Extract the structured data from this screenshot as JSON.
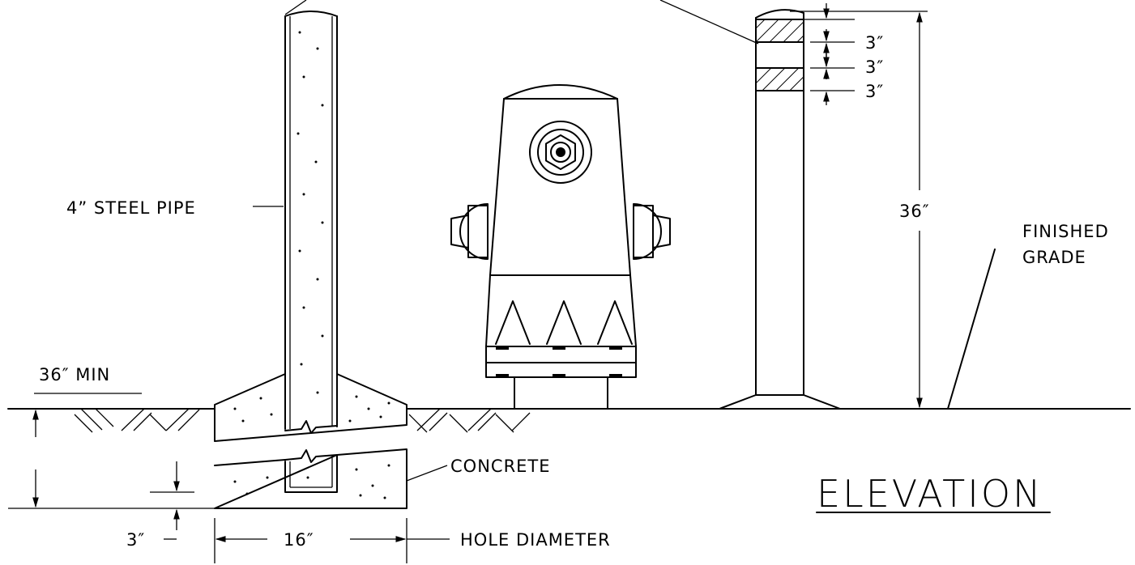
{
  "labels": {
    "steel_pipe": "4” STEEL PIPE",
    "min_depth": "36″ MIN",
    "concrete": "CONCRETE",
    "hole_diameter": "HOLE DIAMETER",
    "hole_width": "16″",
    "bottom_clearance": "3″",
    "finished_grade_line1": "FINISHED",
    "finished_grade_line2": "GRADE",
    "post_height": "36″",
    "band_1": "3″",
    "band_2": "3″",
    "band_3": "3″",
    "view_title": "ELEVATION"
  }
}
